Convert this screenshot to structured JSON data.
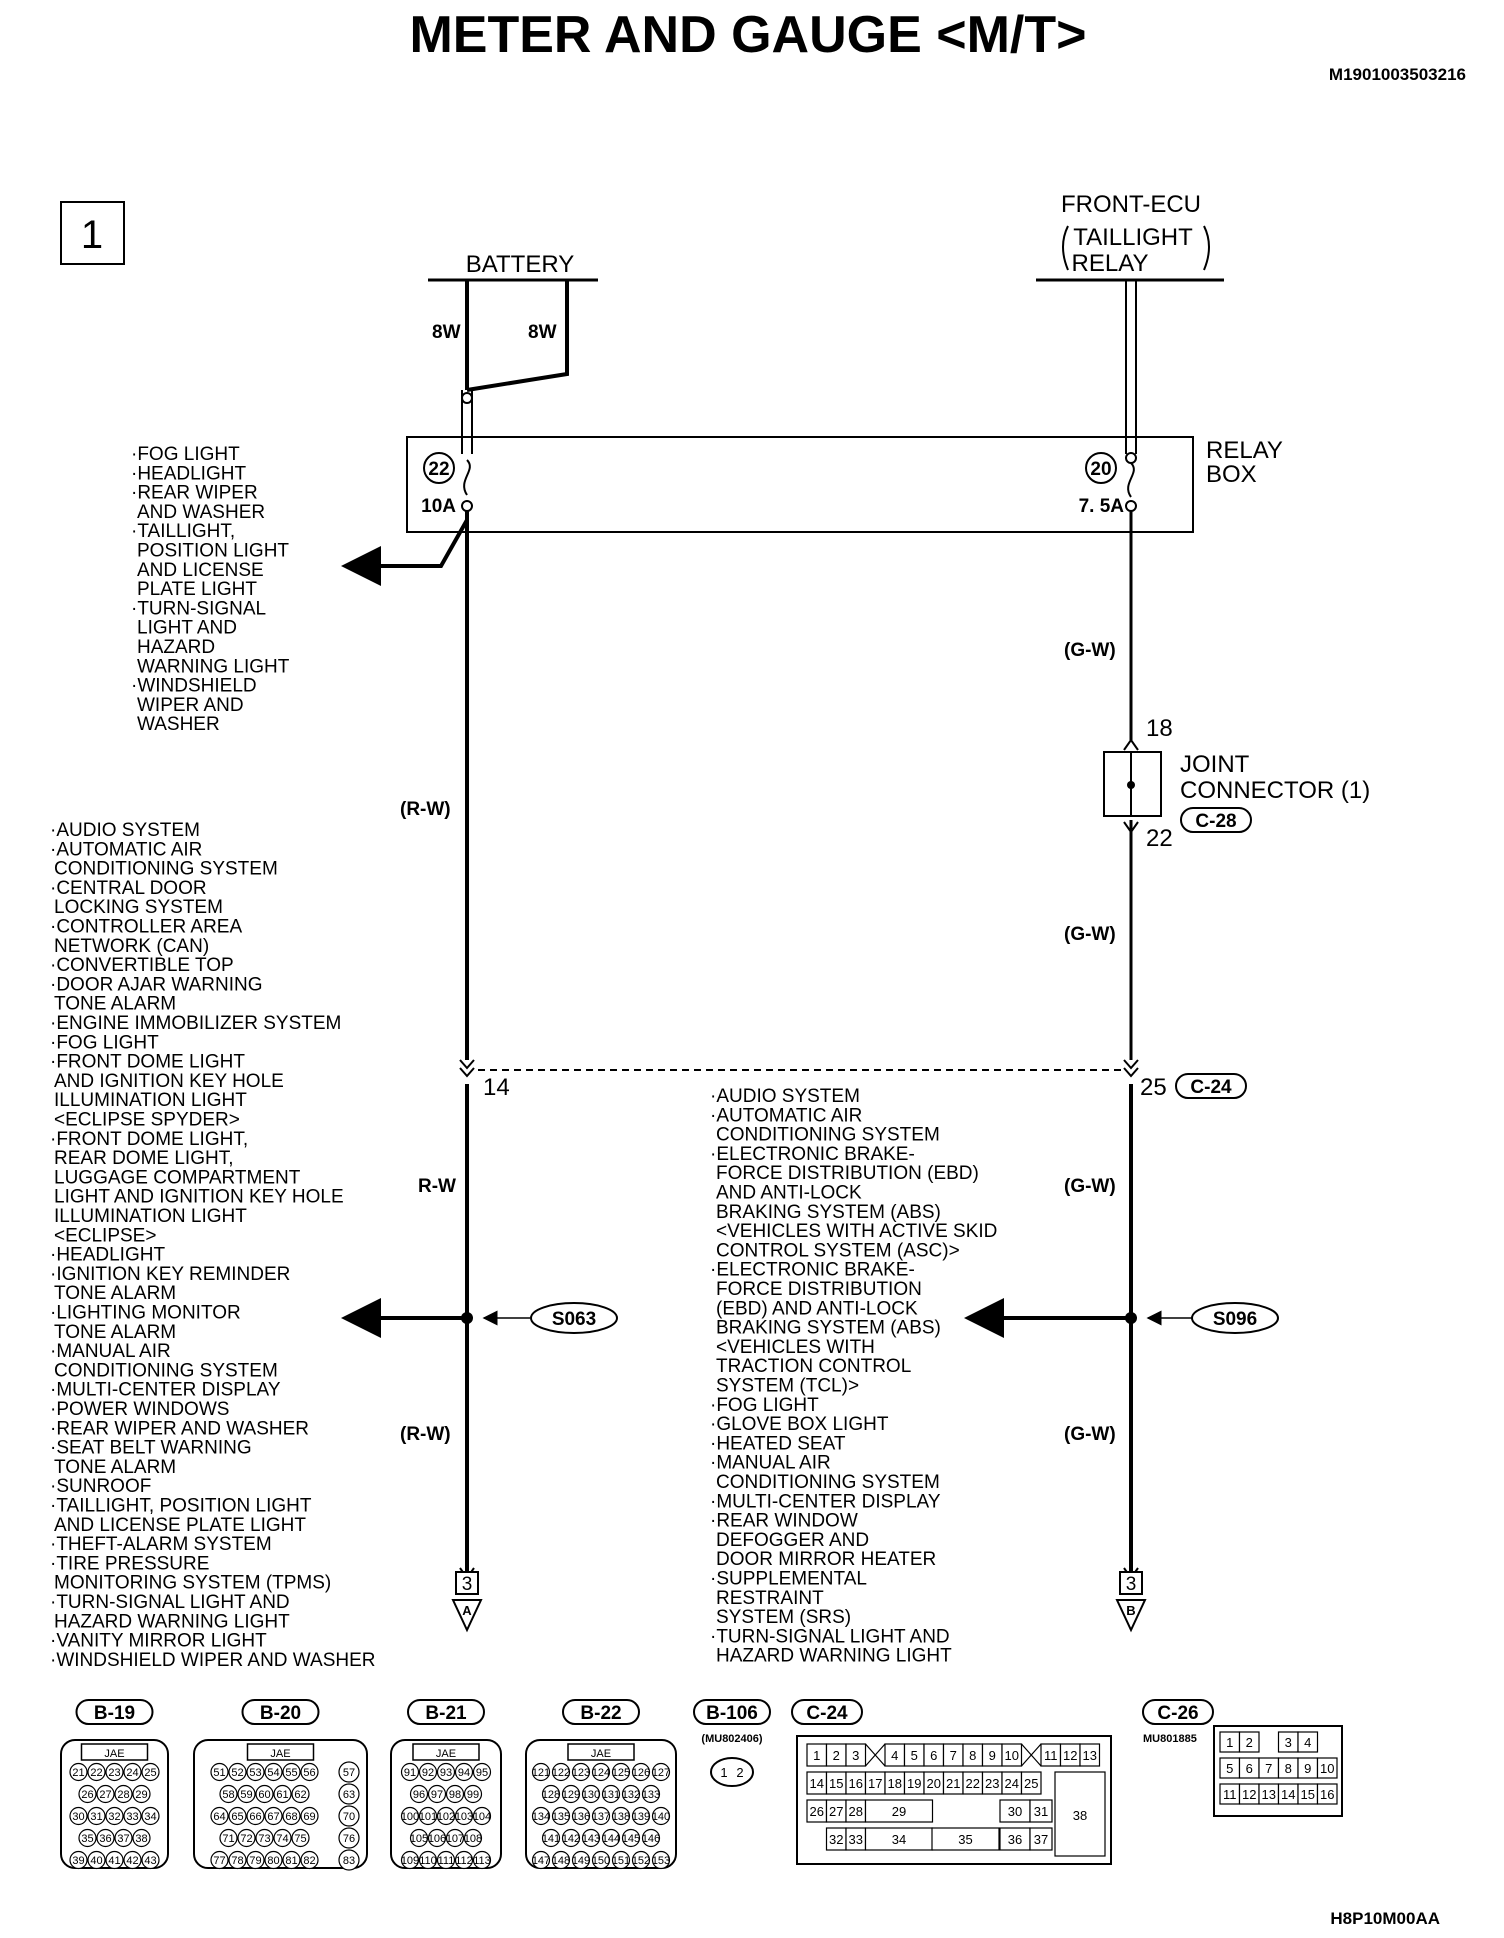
{
  "title": "METER AND GAUGE <M/T>",
  "doc_code": "M1901003503216",
  "page_number": "1",
  "battery": {
    "label": "BATTERY",
    "wire_left": "8W",
    "wire_right": "8W"
  },
  "front_ecu": {
    "line1": "FRONT-ECU",
    "line2": "TAILLIGHT",
    "line3": "RELAY"
  },
  "relay_box": {
    "label_line1": "RELAY",
    "label_line2": "BOX",
    "fuse_left_number": "22",
    "fuse_left_rating": "10A",
    "fuse_right_number": "20",
    "fuse_right_rating": "7. 5A"
  },
  "fuse22_loads": [
    "·FOG LIGHT",
    "·HEADLIGHT",
    "·REAR WIPER",
    "AND WASHER",
    "·TAILLIGHT,",
    "POSITION LIGHT",
    "AND LICENSE",
    "PLATE LIGHT",
    "·TURN-SIGNAL",
    "LIGHT AND",
    "HAZARD",
    "WARNING LIGHT",
    "·WINDSHIELD",
    "WIPER AND",
    "WASHER"
  ],
  "wire_colors": {
    "rw_paren": "(R-W)",
    "rw": "R-W",
    "gw_paren": "(G-W)"
  },
  "joint_connector": {
    "line1": "JOINT",
    "line2": "CONNECTOR (1)",
    "code": "C-28",
    "pin_in": "18",
    "pin_out": "22"
  },
  "c24_left_pin": "14",
  "c24_right_pin": "25",
  "c24_code": "C-24",
  "splice_left": "S063",
  "splice_right": "S096",
  "left_loads": [
    "·AUDIO SYSTEM",
    "·AUTOMATIC AIR",
    "CONDITIONING SYSTEM",
    "·CENTRAL DOOR",
    "LOCKING SYSTEM",
    "·CONTROLLER AREA",
    "NETWORK (CAN)",
    "·CONVERTIBLE TOP",
    "·DOOR AJAR WARNING",
    "TONE ALARM",
    "·ENGINE IMMOBILIZER SYSTEM",
    "·FOG LIGHT",
    "·FRONT DOME LIGHT",
    "AND IGNITION KEY HOLE",
    "ILLUMINATION LIGHT",
    "<ECLIPSE SPYDER>",
    "·FRONT DOME LIGHT,",
    "REAR DOME LIGHT,",
    "LUGGAGE COMPARTMENT",
    "LIGHT AND IGNITION KEY HOLE",
    "ILLUMINATION LIGHT",
    "<ECLIPSE>",
    "·HEADLIGHT",
    "·IGNITION KEY REMINDER",
    "TONE ALARM",
    "·LIGHTING MONITOR",
    "TONE ALARM",
    "·MANUAL AIR",
    "CONDITIONING SYSTEM",
    "·MULTI-CENTER DISPLAY",
    "·POWER WINDOWS",
    "·REAR WIPER AND WASHER",
    "·SEAT BELT WARNING",
    "TONE ALARM",
    "·SUNROOF",
    "·TAILLIGHT, POSITION LIGHT",
    "AND LICENSE PLATE LIGHT",
    "·THEFT-ALARM SYSTEM",
    "·TIRE PRESSURE",
    "MONITORING SYSTEM (TPMS)",
    "·TURN-SIGNAL LIGHT AND",
    "HAZARD WARNING LIGHT",
    "·VANITY MIRROR LIGHT",
    "·WINDSHIELD WIPER AND WASHER"
  ],
  "right_loads": [
    "·AUDIO SYSTEM",
    "·AUTOMATIC AIR",
    "CONDITIONING SYSTEM",
    "·ELECTRONIC BRAKE-",
    "FORCE DISTRIBUTION (EBD)",
    "AND ANTI-LOCK",
    "BRAKING SYSTEM (ABS)",
    "<VEHICLES WITH ACTIVE SKID",
    "CONTROL SYSTEM (ASC)>",
    "·ELECTRONIC BRAKE-",
    "FORCE DISTRIBUTION",
    "(EBD) AND ANTI-LOCK",
    "BRAKING SYSTEM (ABS)",
    "<VEHICLES WITH",
    "TRACTION CONTROL",
    "SYSTEM (TCL)>",
    "·FOG LIGHT",
    "·GLOVE BOX LIGHT",
    "·HEATED SEAT",
    "·MANUAL AIR",
    "CONDITIONING SYSTEM",
    "·MULTI-CENTER DISPLAY",
    "·REAR WINDOW",
    "DEFOGGER AND",
    "DOOR MIRROR HEATER",
    "·SUPPLEMENTAL",
    "RESTRAINT",
    "SYSTEM (SRS)",
    "·TURN-SIGNAL LIGHT AND",
    "HAZARD WARNING LIGHT"
  ],
  "continuation_left": {
    "page": "3",
    "letter": "A"
  },
  "continuation_right": {
    "page": "3",
    "letter": "B"
  },
  "connectors": [
    {
      "code": "B-19",
      "maker": "JAE",
      "rows": [
        [
          "21",
          "22",
          "23",
          "24",
          "25"
        ],
        [
          "26",
          "27",
          "28",
          "29"
        ],
        [
          "30",
          "31",
          "32",
          "33",
          "34"
        ],
        [
          "35",
          "36",
          "37",
          "38"
        ],
        [
          "39",
          "40",
          "41",
          "42",
          "43"
        ]
      ]
    },
    {
      "code": "B-20",
      "maker": "JAE",
      "rows": [
        [
          "51",
          "52",
          "53",
          "54",
          "55",
          "56"
        ],
        [
          "58",
          "59",
          "60",
          "61",
          "62"
        ],
        [
          "64",
          "65",
          "66",
          "67",
          "68",
          "69"
        ],
        [
          "71",
          "72",
          "73",
          "74",
          "75"
        ],
        [
          "77",
          "78",
          "79",
          "80",
          "81",
          "82"
        ]
      ],
      "side": [
        "57",
        "63",
        "70",
        "76",
        "83"
      ]
    },
    {
      "code": "B-21",
      "maker": "JAE",
      "rows": [
        [
          "91",
          "92",
          "93",
          "94",
          "95"
        ],
        [
          "96",
          "97",
          "98",
          "99"
        ],
        [
          "100",
          "101",
          "102",
          "103",
          "104"
        ],
        [
          "105",
          "106",
          "107",
          "108"
        ],
        [
          "109",
          "110",
          "111",
          "112",
          "113"
        ]
      ]
    },
    {
      "code": "B-22",
      "maker": "JAE",
      "rows": [
        [
          "121",
          "122",
          "123",
          "124",
          "125",
          "126",
          "127"
        ],
        [
          "128",
          "129",
          "130",
          "131",
          "132",
          "133"
        ],
        [
          "134",
          "135",
          "136",
          "137",
          "138",
          "139",
          "140"
        ],
        [
          "141",
          "142",
          "143",
          "144",
          "145",
          "146"
        ],
        [
          "147",
          "148",
          "149",
          "150",
          "151",
          "152",
          "153"
        ]
      ]
    },
    {
      "code": "B-106",
      "part_no": "(MU802406)",
      "pins": [
        "1",
        "2"
      ]
    },
    {
      "code": "C-24",
      "row1": [
        "1",
        "2",
        "3",
        "",
        "4",
        "5",
        "6",
        "7",
        "8",
        "9",
        "10",
        "",
        "11",
        "12",
        "13"
      ],
      "row2": [
        "14",
        "15",
        "16",
        "17",
        "18",
        "19",
        "20",
        "21",
        "22",
        "23",
        "24",
        "25"
      ],
      "row3": [
        "26",
        "27",
        "28",
        "29",
        "30",
        "31",
        "38"
      ],
      "row4": [
        "32",
        "33",
        "34",
        "35",
        "36",
        "37"
      ]
    },
    {
      "code": "C-26",
      "part_no": "MU801885",
      "row1": [
        "1",
        "2",
        "",
        "3",
        "4"
      ],
      "row2": [
        "5",
        "6",
        "7",
        "8",
        "9",
        "10"
      ],
      "row3": [
        "11",
        "12",
        "13",
        "14",
        "15",
        "16"
      ]
    }
  ],
  "figure_code": "H8P10M00AA"
}
